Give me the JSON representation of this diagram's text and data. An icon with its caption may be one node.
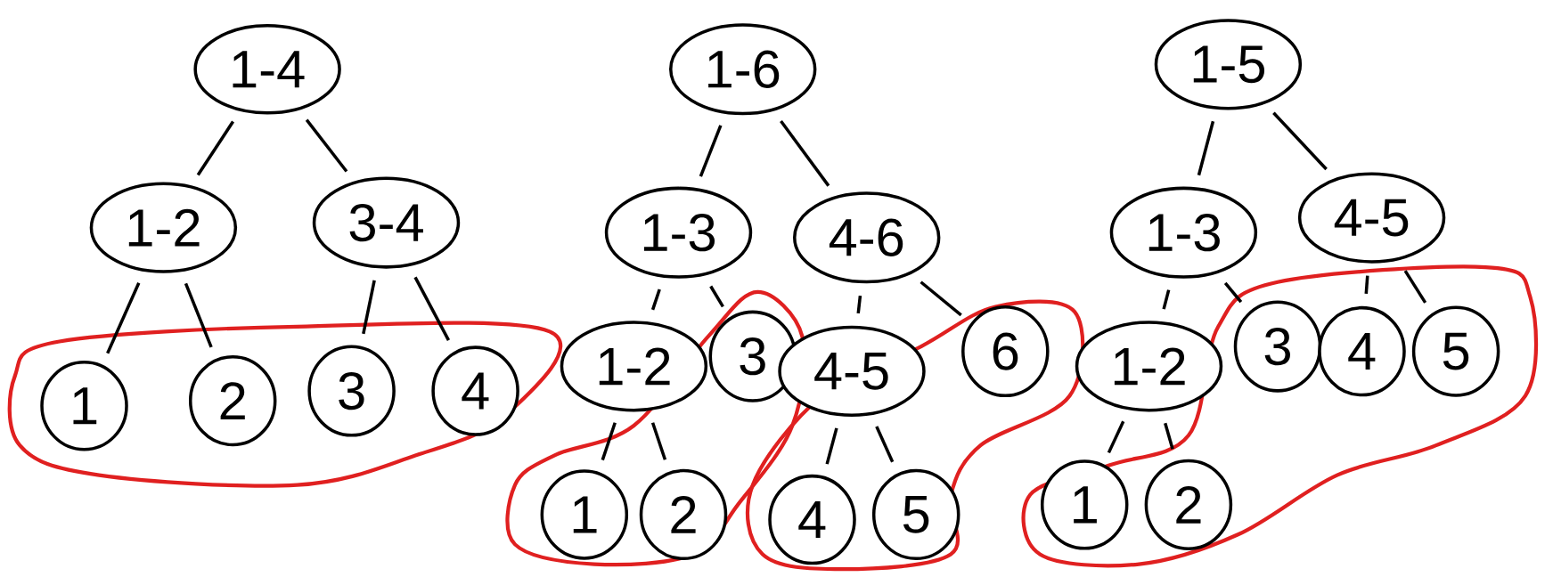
{
  "diagram": {
    "nodes": [
      {
        "text": [
          "1-4"
        ]
      },
      {
        "text": [
          "1-2"
        ]
      },
      {
        "text": [
          "3-4"
        ]
      },
      {
        "text": [
          "1"
        ]
      },
      {
        "text": [
          "2"
        ]
      },
      {
        "text": [
          "3"
        ]
      },
      {
        "text": [
          "4"
        ]
      },
      {
        "text": [
          "1-6"
        ]
      },
      {
        "text": [
          "1-3"
        ]
      },
      {
        "text": [
          "4-6"
        ]
      },
      {
        "text": [
          "1-2"
        ]
      },
      {
        "text": [
          "3"
        ]
      },
      {
        "text": [
          "4-5"
        ]
      },
      {
        "text": [
          "6"
        ]
      },
      {
        "text": [
          "1"
        ]
      },
      {
        "text": [
          "2"
        ]
      },
      {
        "text": [
          "4"
        ]
      },
      {
        "text": [
          "5"
        ]
      },
      {
        "text": [
          "1-5"
        ]
      },
      {
        "text": [
          "1-3"
        ]
      },
      {
        "text": [
          "4-5"
        ]
      },
      {
        "text": [
          "1-2"
        ]
      },
      {
        "text": [
          "3"
        ]
      },
      {
        "text": [
          "4"
        ]
      },
      {
        "text": [
          "5"
        ]
      },
      {
        "text": [
          "1"
        ]
      },
      {
        "text": [
          "2"
        ]
      }
    ],
    "edges": [
      {
        "from": 0,
        "to": 1,
        "arrow": "none"
      },
      {
        "from": 0,
        "to": 2,
        "arrow": "none"
      },
      {
        "from": 1,
        "to": 3,
        "arrow": "none"
      },
      {
        "from": 1,
        "to": 4,
        "arrow": "none"
      },
      {
        "from": 2,
        "to": 5,
        "arrow": "none"
      },
      {
        "from": 2,
        "to": 6,
        "arrow": "none"
      },
      {
        "from": 7,
        "to": 8,
        "arrow": "none"
      },
      {
        "from": 7,
        "to": 9,
        "arrow": "none"
      },
      {
        "from": 8,
        "to": 10,
        "arrow": "none"
      },
      {
        "from": 8,
        "to": 11,
        "arrow": "none"
      },
      {
        "from": 9,
        "to": 12,
        "arrow": "none"
      },
      {
        "from": 9,
        "to": 13,
        "arrow": "none"
      },
      {
        "from": 10,
        "to": 14,
        "arrow": "none"
      },
      {
        "from": 10,
        "to": 15,
        "arrow": "none"
      },
      {
        "from": 12,
        "to": 16,
        "arrow": "none"
      },
      {
        "from": 12,
        "to": 17,
        "arrow": "none"
      },
      {
        "from": 18,
        "to": 19,
        "arrow": "none"
      },
      {
        "from": 18,
        "to": 20,
        "arrow": "none"
      },
      {
        "from": 19,
        "to": 21,
        "arrow": "none"
      },
      {
        "from": 19,
        "to": 22,
        "arrow": "none"
      },
      {
        "from": 20,
        "to": 23,
        "arrow": "none"
      },
      {
        "from": 20,
        "to": 24,
        "arrow": "none"
      },
      {
        "from": 21,
        "to": 25,
        "arrow": "none"
      },
      {
        "from": 21,
        "to": 26,
        "arrow": "none"
      }
    ]
  }
}
